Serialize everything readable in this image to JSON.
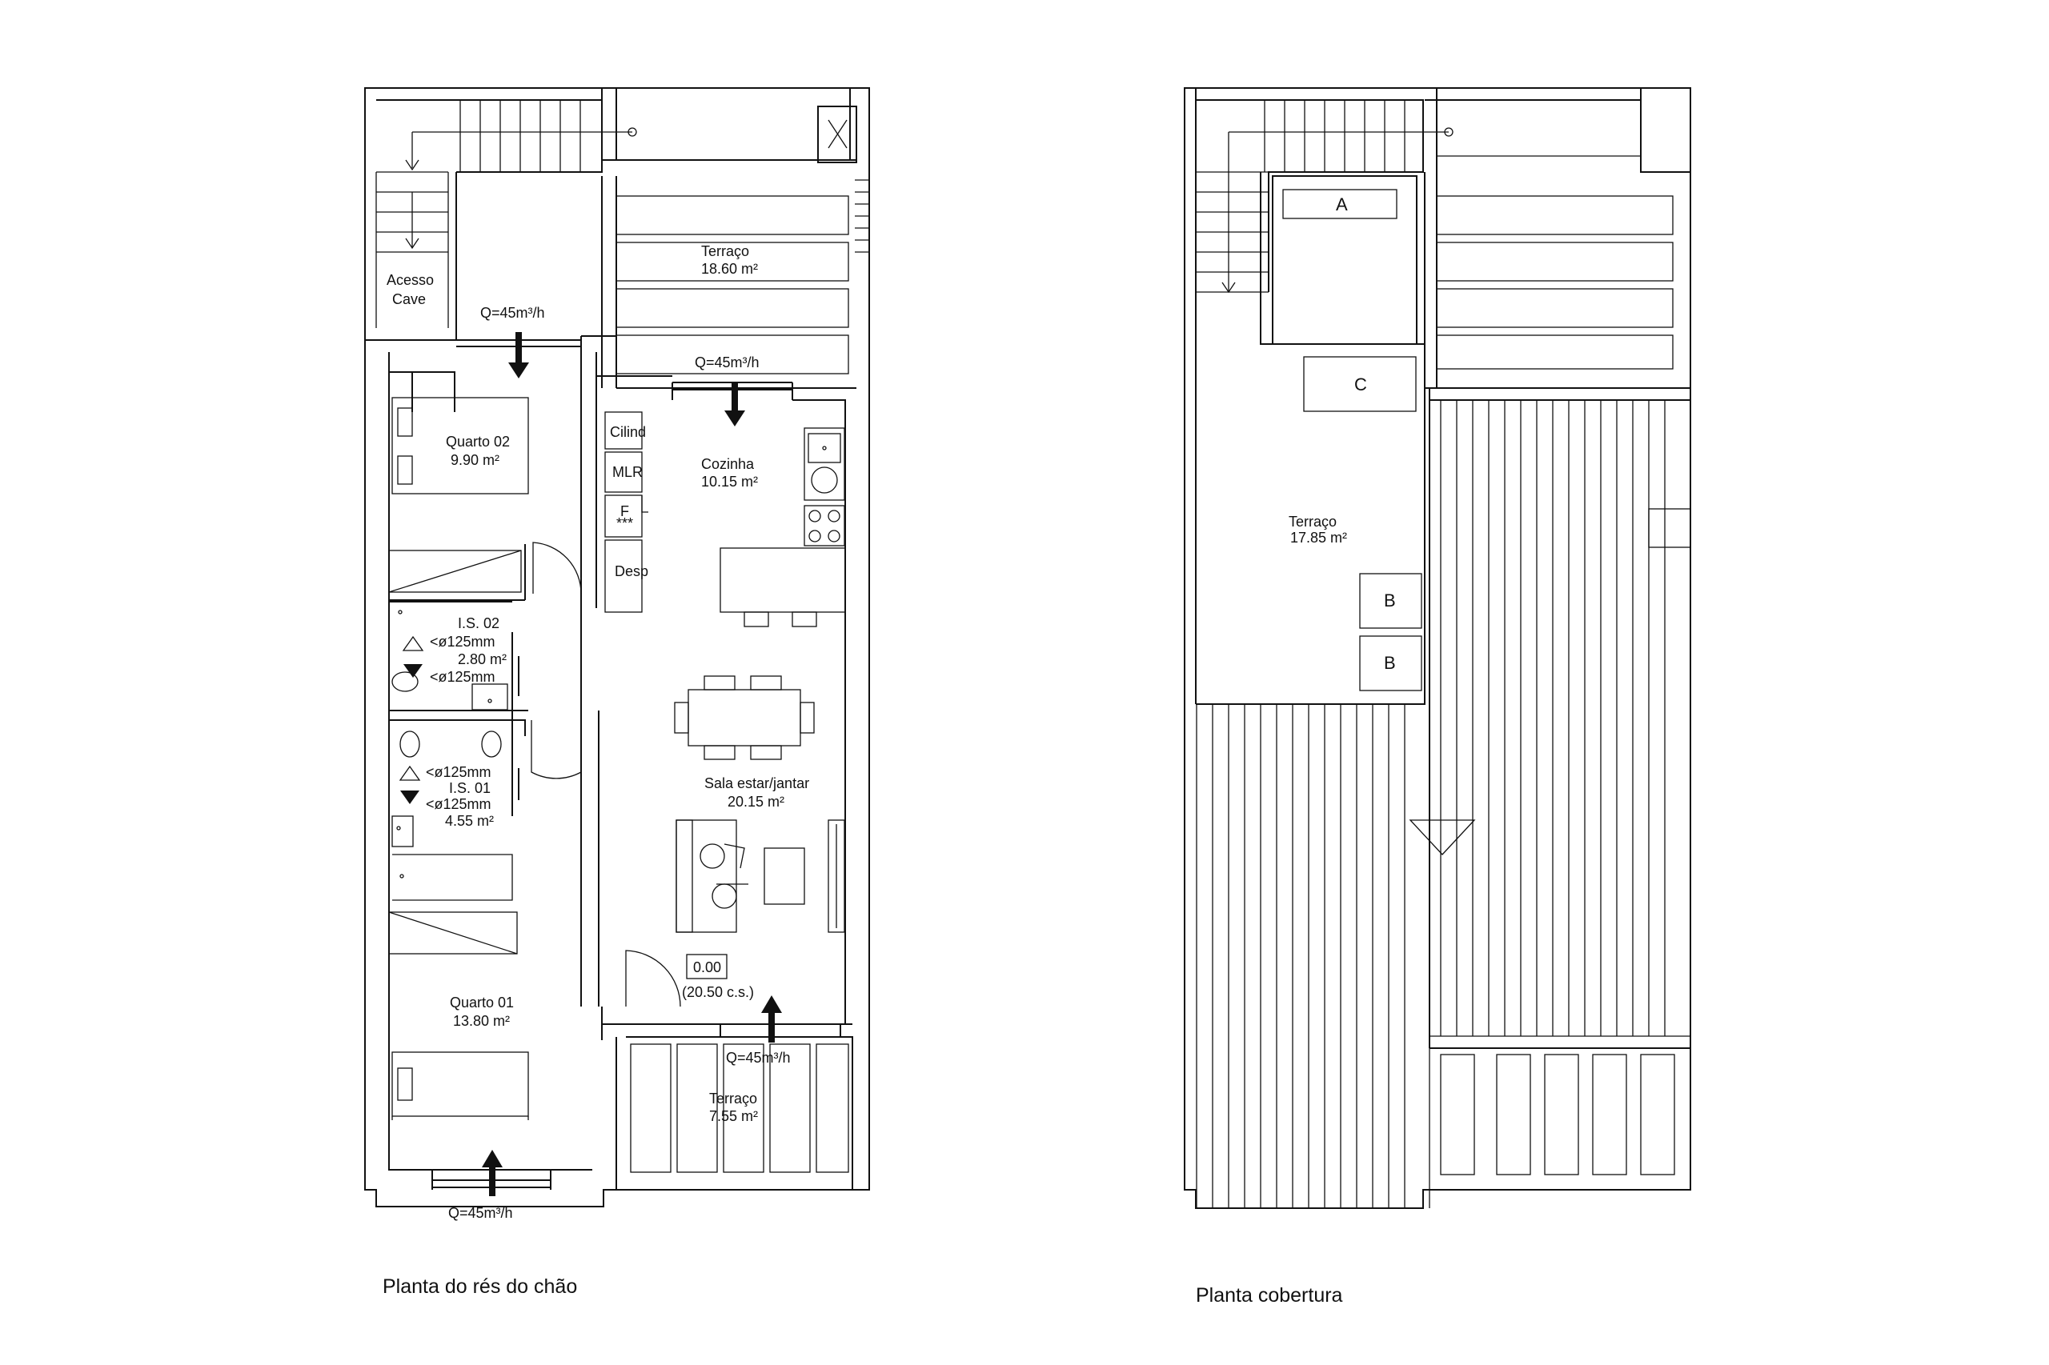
{
  "ground_floor": {
    "caption": "Planta do rés do chão",
    "rooms": {
      "acesso_cave": [
        "Acesso",
        "Cave"
      ],
      "terraco_north": {
        "name": "Terraço",
        "area": "18.60 m²"
      },
      "quarto_02": {
        "name": "Quarto 02",
        "area": "9.90 m²"
      },
      "cozinha": {
        "name": "Cozinha",
        "area": "10.15 m²"
      },
      "is_02": {
        "name": "I.S. 02",
        "duct_in": "<ø125mm",
        "area": "2.80 m²",
        "duct_out": "<ø125mm"
      },
      "is_01": {
        "duct_in": "<ø125mm",
        "name": "I.S. 01",
        "duct_out": "<ø125mm",
        "area": "4.55 m²"
      },
      "sala": {
        "name": "Sala estar/jantar",
        "area": "20.15 m²"
      },
      "quarto_01": {
        "name": "Quarto 01",
        "area": "13.80 m²"
      },
      "terraco_south": {
        "name": "Terraço",
        "area": "7.55 m²"
      }
    },
    "kitchen_units": [
      "Cilind",
      "MLR",
      "F",
      "***",
      "Desp"
    ],
    "level": {
      "value": "0.00",
      "note": "(20.50 c.s.)"
    },
    "airflow": [
      "Q=45m³/h",
      "Q=45m³/h",
      "Q=45m³/h",
      "Q=45m³/h"
    ]
  },
  "roof": {
    "caption": "Planta cobertura",
    "terraco": {
      "name": "Terraço",
      "area": "17.85 m²"
    },
    "equipment": [
      "A",
      "C",
      "B",
      "B"
    ]
  }
}
